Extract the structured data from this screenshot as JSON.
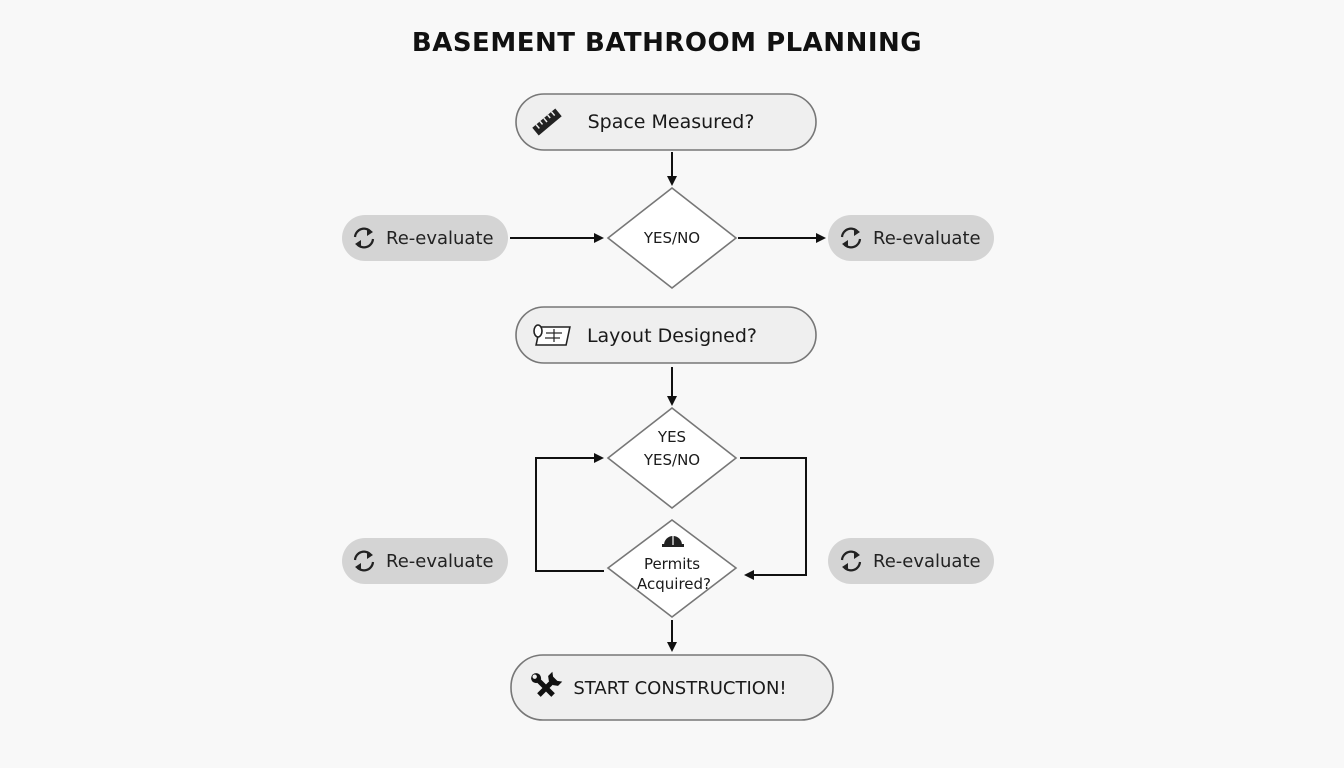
{
  "title": "BASEMENT BATHROOM PLANNING",
  "nodes": {
    "space_measured": "Space Measured?",
    "decision_1": "YES/NO",
    "layout_designed": "Layout Designed?",
    "decision_2_line1": "YES",
    "decision_2_line2": "YES/NO",
    "permits_line1": "Permits",
    "permits_line2": "Acquired?",
    "start": "START CONSTRUCTION!"
  },
  "side_nodes": {
    "top_left": "Re-evaluate",
    "top_right": "Re-evaluate",
    "bottom_left": "Re-evaluate",
    "bottom_right": "Re-evaluate"
  },
  "icons": {
    "space_measured": "ruler-icon",
    "layout_designed": "blueprint-icon",
    "permits": "hard-hat-icon",
    "start": "tools-icon",
    "reevaluate": "refresh-icon"
  },
  "colors": {
    "background": "#f8f8f8",
    "pill_fill": "#efefef",
    "side_pill_fill": "#d4d4d4",
    "stroke": "#777777",
    "arrow": "#111111"
  }
}
